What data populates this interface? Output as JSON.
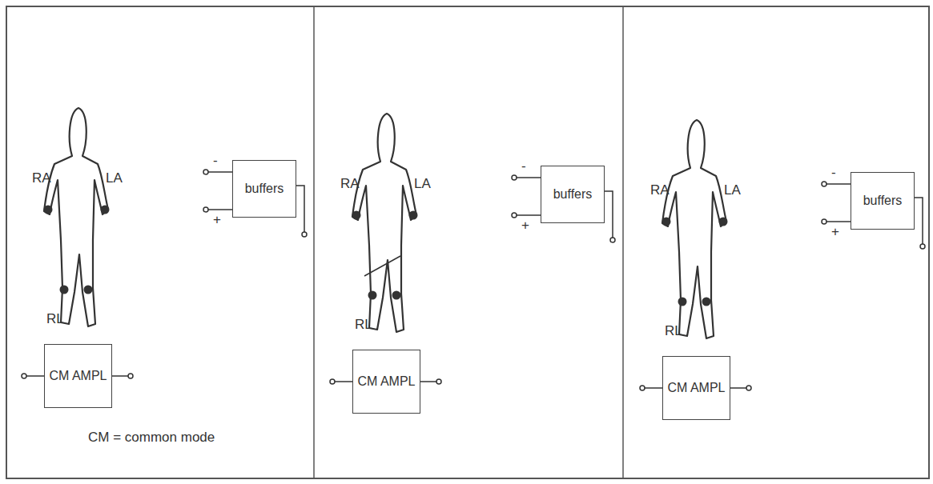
{
  "diagram": {
    "nodes": [
      {
        "text": [
          "buffers"
        ]
      },
      {
        "text": [
          "CM AMPL"
        ]
      },
      {
        "text": [
          "buffers"
        ]
      },
      {
        "text": [
          "CM AMPL"
        ]
      },
      {
        "text": [
          "buffers"
        ]
      },
      {
        "text": [
          "CM AMPL"
        ]
      }
    ],
    "labels": [
      "RA",
      "LA",
      "-",
      "+",
      "RL",
      "CM = common mode",
      "RA",
      "LA",
      "-",
      "+",
      "RL",
      "RA",
      "LA",
      "-",
      "+",
      "RL"
    ]
  }
}
